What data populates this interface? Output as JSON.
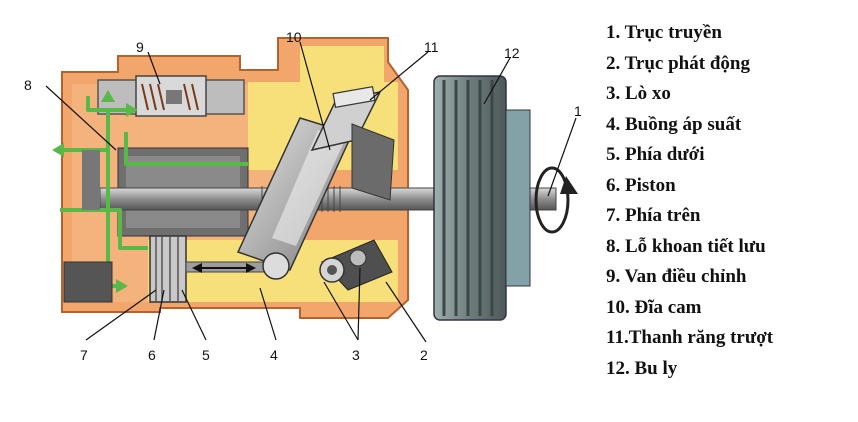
{
  "legend": [
    "1. Trục truyền",
    "2. Trục phát động",
    "3. Lò xo",
    "4. Buồng áp suất",
    "5. Phía dưới",
    "6. Piston",
    "7. Phía trên",
    "8. Lỗ khoan tiết lưu",
    "9. Van điều chỉnh",
    "10. Đĩa cam",
    "11.Thanh răng trượt",
    "12. Bu ly"
  ],
  "callouts": [
    "1",
    "2",
    "3",
    "4",
    "5",
    "6",
    "7",
    "8",
    "9",
    "10",
    "11",
    "12"
  ],
  "colors": {
    "housing": "#f2a66c",
    "housing_outline": "#b4622e",
    "chamber": "#f7e07a",
    "metal": "#9a9a9a",
    "dark_metal": "#555555",
    "oil_path": "#58b948",
    "pulley": "#7f8c8c"
  }
}
